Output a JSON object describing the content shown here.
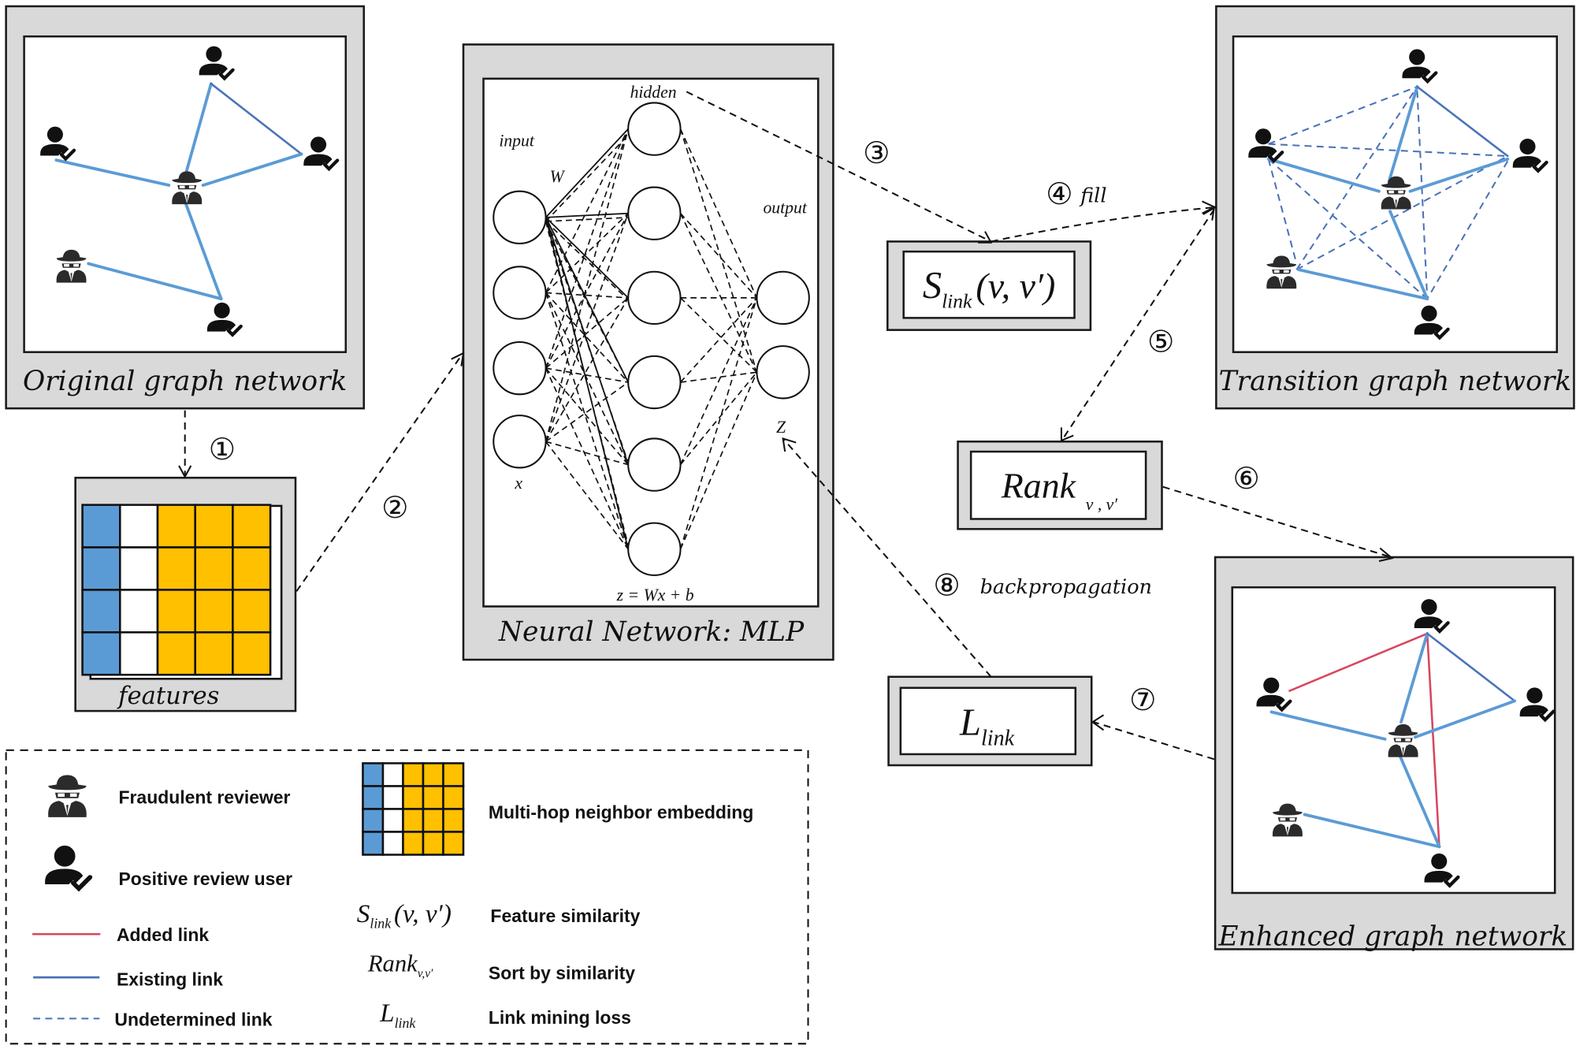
{
  "panels": {
    "original": {
      "caption": "Original graph network"
    },
    "features": {
      "caption": "features"
    },
    "mlp": {
      "caption": "Neural Network: MLP",
      "label_input": "input",
      "label_hidden": "hidden",
      "label_output": "output",
      "label_w": "W",
      "label_x": "x",
      "label_z": "Z",
      "equation": "z = Wx + b",
      "layers": {
        "input": 4,
        "hidden": 6,
        "output": 2
      }
    },
    "transition": {
      "caption": "Transition graph network"
    },
    "enhanced": {
      "caption": "Enhanced graph network"
    }
  },
  "formula_boxes": {
    "s_link": {
      "symbol": "S",
      "sub": "link",
      "args": "(v, v′)"
    },
    "rank": {
      "symbol": "Rank",
      "sub": "v , v′"
    },
    "l_link": {
      "symbol": "L",
      "sub": "link"
    }
  },
  "steps": [
    {
      "num": "①",
      "text": ""
    },
    {
      "num": "②",
      "text": ""
    },
    {
      "num": "③",
      "text": ""
    },
    {
      "num": "④",
      "text": "fill"
    },
    {
      "num": "⑤",
      "text": ""
    },
    {
      "num": "⑥",
      "text": ""
    },
    {
      "num": "⑦",
      "text": ""
    },
    {
      "num": "⑧",
      "text": "backpropagation"
    }
  ],
  "feature_grid": {
    "rows": 4,
    "columns": [
      "blue",
      "white",
      "orange",
      "orange",
      "orange"
    ],
    "colors": {
      "blue": "#5b9bd5",
      "white": "#ffffff",
      "orange": "#ffc000"
    }
  },
  "legend": {
    "items": [
      {
        "icon": "spy-icon",
        "label": "Fraudulent reviewer"
      },
      {
        "icon": "user-check-icon",
        "label": "Positive review user"
      },
      {
        "icon": "red-line",
        "label": "Added link"
      },
      {
        "icon": "blue-line",
        "label": "Existing link"
      },
      {
        "icon": "blue-dashed-line",
        "label": "Undetermined link"
      },
      {
        "icon": "grid-icon",
        "label": "Multi-hop neighbor embedding"
      },
      {
        "symbol": "S_link(v, v′)",
        "label": "Feature similarity"
      },
      {
        "symbol": "Rank_v,v′",
        "label": "Sort by similarity"
      },
      {
        "symbol": "L_link",
        "label": "Link mining loss"
      }
    ],
    "legend_symbols": {
      "s_link": {
        "symbol": "S",
        "sub": "link",
        "args": "(v, v′)"
      },
      "rank": {
        "symbol": "Rank",
        "sub": "v,v′"
      },
      "l_link": {
        "symbol": "L",
        "sub": "link"
      }
    }
  },
  "colors": {
    "added_link": "#d9455f",
    "existing_link": "#5b9bd5",
    "undetermined_link": "#4a72b8",
    "panel_bg": "#d9d9d9"
  }
}
